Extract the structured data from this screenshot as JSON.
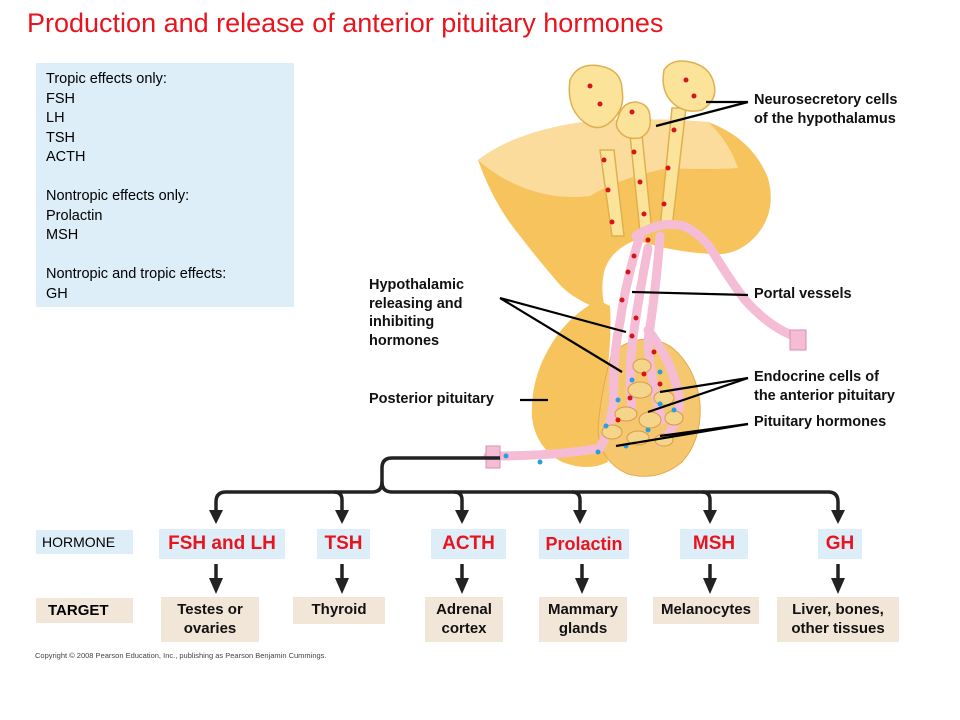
{
  "title": "Production and release of anterior pituitary hormones",
  "info_box": {
    "groups": [
      {
        "heading": "Tropic effects only:",
        "items": [
          "FSH",
          "LH",
          "TSH",
          "ACTH"
        ]
      },
      {
        "heading": "Nontropic effects only:",
        "items": [
          "Prolactin",
          "MSH"
        ]
      },
      {
        "heading": "Nontropic and tropic effects:",
        "items": [
          "GH"
        ]
      }
    ]
  },
  "labels": {
    "neurosecretory": [
      "Neurosecretory  cells",
      "of the hypothalamus"
    ],
    "hypothalamic": [
      "Hypothalamic",
      "releasing and",
      "inhibiting",
      "hormones"
    ],
    "portal": "Portal vessels",
    "endocrine": [
      "Endocrine cells of",
      "the anterior pituitary"
    ],
    "posterior": "Posterior pituitary",
    "pituitary_hormones": "Pituitary hormones"
  },
  "row_labels": {
    "hormone": "HORMONE",
    "target": "TARGET"
  },
  "hormones": [
    "FSH and LH",
    "TSH",
    "ACTH",
    "Prolactin",
    "MSH",
    "GH"
  ],
  "targets": [
    [
      "Testes or",
      "ovaries"
    ],
    [
      "Thyroid"
    ],
    [
      "Adrenal",
      "cortex"
    ],
    [
      "Mammary",
      "glands"
    ],
    [
      "Melanocytes"
    ],
    [
      "Liver, bones,",
      "other tissues"
    ]
  ],
  "copyright": "Copyright © 2008 Pearson Education, Inc., publishing as Pearson Benjamin Cummings.",
  "colors": {
    "title": "#e8141e",
    "hormone_text": "#e8141e",
    "info_bg": "#ddeef9",
    "target_bg": "#f2e6d9",
    "hypothalamus": "#f7c35c",
    "vessels": "#f5bcd6",
    "releasing_dot": "#d4151b",
    "pituitary_dot": "#2a9fe0"
  }
}
